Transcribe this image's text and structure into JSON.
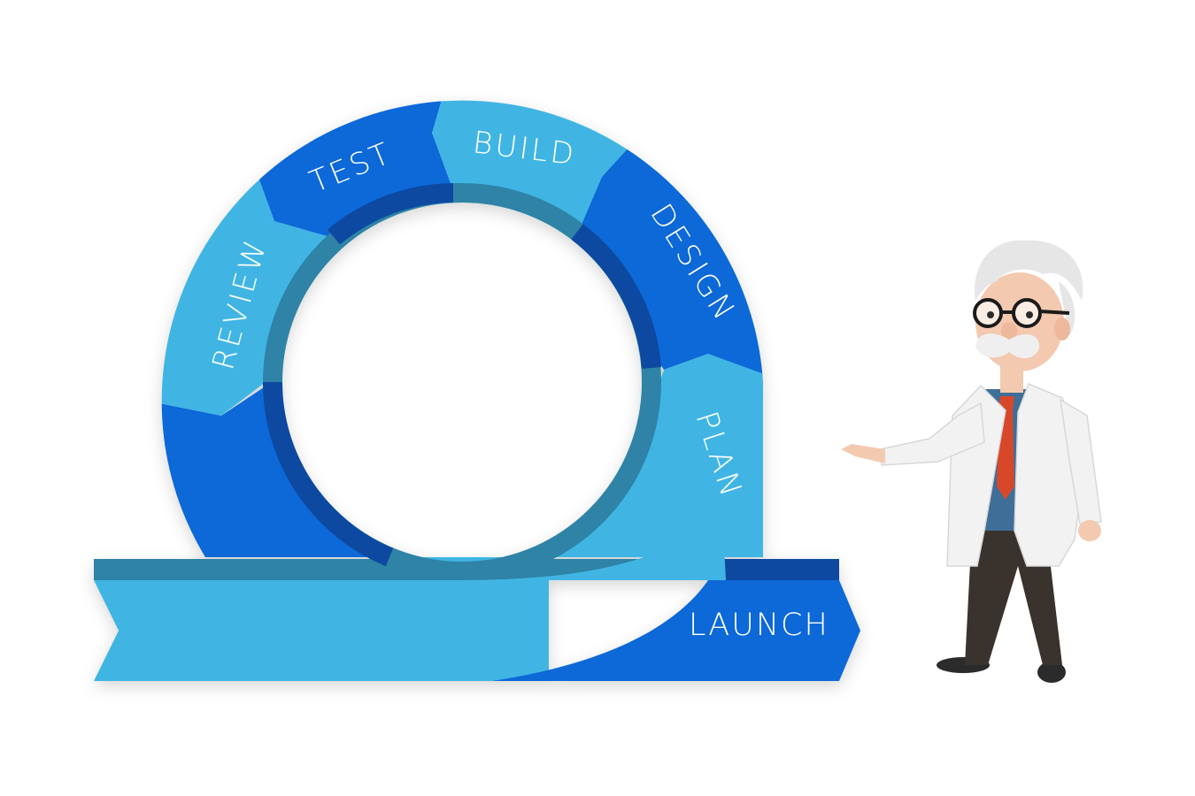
{
  "diagram": {
    "stages": {
      "build": "BUILD",
      "design": "DESIGN",
      "plan": "PLAN",
      "launch": "LAUNCH",
      "review": "REVIEW",
      "test": "TEST"
    },
    "colors": {
      "dark_blue": "#0A68D8",
      "light_blue": "#41B5E3",
      "inner_ring_teal": "#2E83A6",
      "inner_ring_navy": "#0748A0",
      "ribbon_shadow": "#2E83A6"
    }
  },
  "character": {
    "icon": "scientist-icon",
    "colors": {
      "coat": "#F2F2F2",
      "shirt": "#3F6E98",
      "tie": "#D7482A",
      "trousers": "#3A322C",
      "skin": "#F3C9B0"
    }
  }
}
